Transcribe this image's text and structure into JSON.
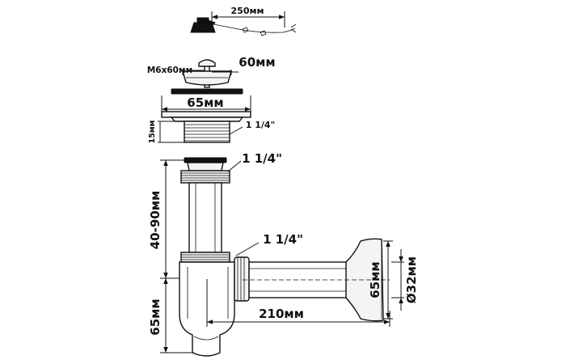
{
  "labels": {
    "chain_length": "250мм",
    "bolt": "M6x60мм",
    "strainer_top": "60мм",
    "strainer_flange": "65мм",
    "thread_height": "15мм",
    "thread_outlet": "1 1/4\"",
    "trap_inlet_thread": "1 1/4\"",
    "height_adjust": "40-90мм",
    "side_thread": "1 1/4\"",
    "bottom_height": "65мм",
    "horizontal_length": "210мм",
    "rosette_diameter": "65мм",
    "pipe_diameter": "Ø32мм"
  }
}
